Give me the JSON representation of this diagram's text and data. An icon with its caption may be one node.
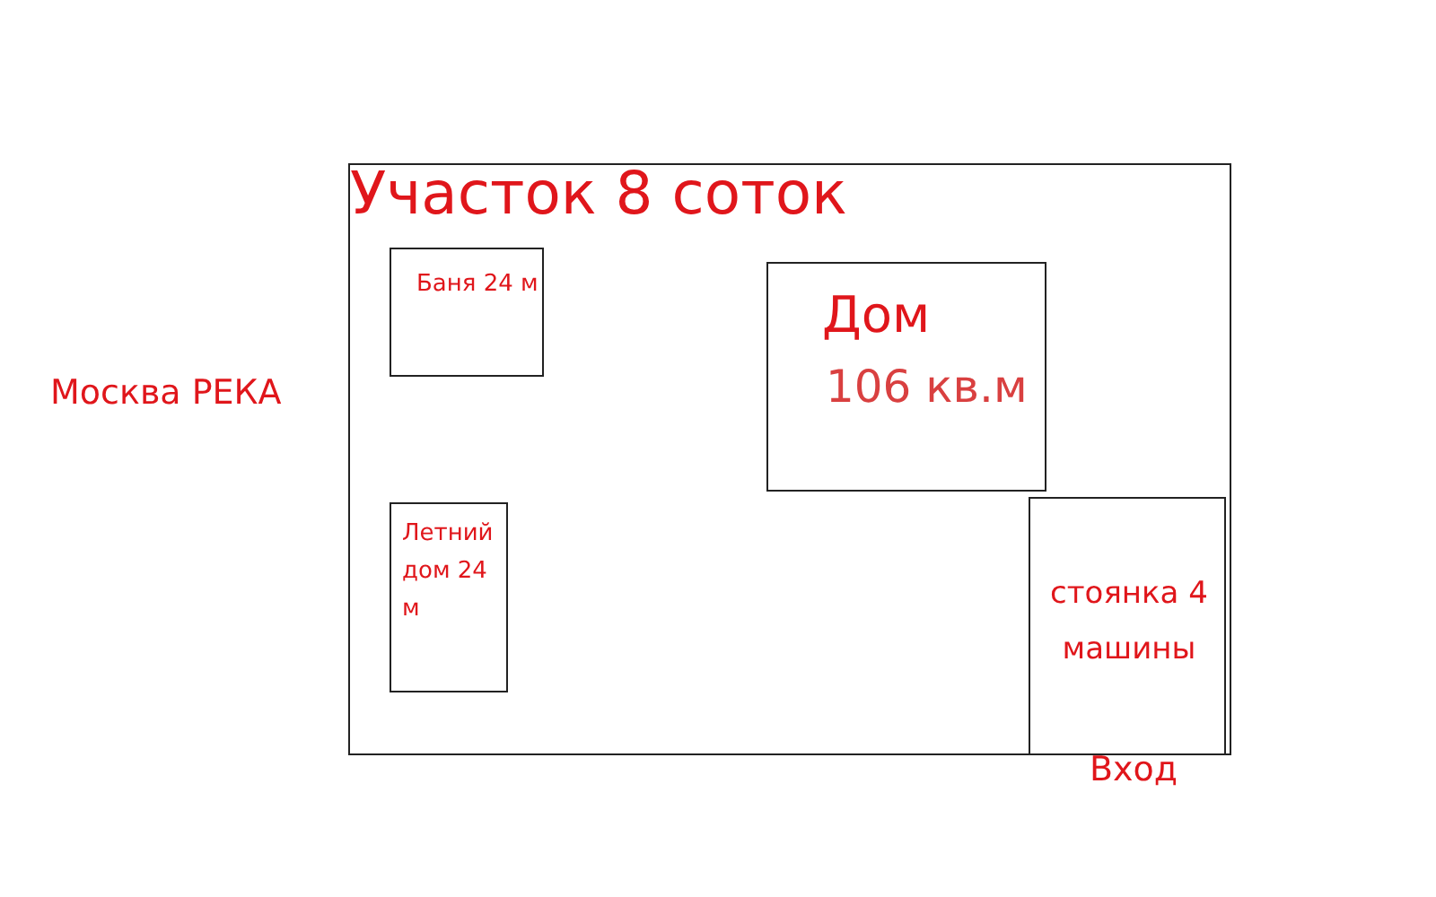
{
  "diagram": {
    "nodes": [
      {
        "text": [
          "Участок 8 соток"
        ]
      },
      {
        "text": [
          "Баня 24 м"
        ],
        "in": 0
      },
      {
        "text": [
          "Дом",
          "106 кв.м"
        ],
        "in": 0
      },
      {
        "text": [
          "Летний дом 24 м"
        ],
        "in": 0
      },
      {
        "text": [
          "стоянка 4 машины"
        ],
        "in": 0
      }
    ],
    "edges": [],
    "labels": [
      "Москва РЕКА",
      "Вход"
    ]
  }
}
